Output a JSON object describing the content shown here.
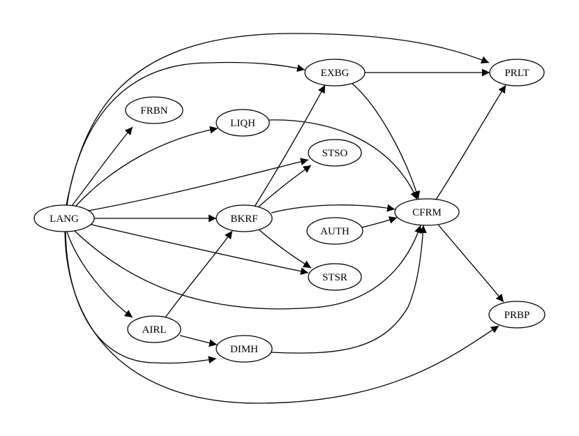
{
  "diagram": {
    "type": "directed-graph",
    "colors": {
      "stroke": "#000000",
      "node_fill": "#ffffff",
      "background": "#ffffff"
    },
    "nodes": [
      {
        "id": "LANG",
        "label": "LANG"
      },
      {
        "id": "FRBN",
        "label": "FRBN"
      },
      {
        "id": "LIQH",
        "label": "LIQH"
      },
      {
        "id": "EXBG",
        "label": "EXBG"
      },
      {
        "id": "PRLT",
        "label": "PRLT"
      },
      {
        "id": "STSO",
        "label": "STSO"
      },
      {
        "id": "BKRF",
        "label": "BKRF"
      },
      {
        "id": "AUTH",
        "label": "AUTH"
      },
      {
        "id": "CFRM",
        "label": "CFRM"
      },
      {
        "id": "STSR",
        "label": "STSR"
      },
      {
        "id": "AIRL",
        "label": "AIRL"
      },
      {
        "id": "DIMH",
        "label": "DIMH"
      },
      {
        "id": "PRBP",
        "label": "PRBP"
      }
    ],
    "edges": [
      {
        "from": "LANG",
        "to": "PRLT"
      },
      {
        "from": "LANG",
        "to": "EXBG"
      },
      {
        "from": "LANG",
        "to": "FRBN"
      },
      {
        "from": "LANG",
        "to": "LIQH"
      },
      {
        "from": "LANG",
        "to": "STSO"
      },
      {
        "from": "LANG",
        "to": "BKRF"
      },
      {
        "from": "LANG",
        "to": "STSR"
      },
      {
        "from": "LANG",
        "to": "CFRM"
      },
      {
        "from": "LANG",
        "to": "AIRL"
      },
      {
        "from": "LANG",
        "to": "DIMH"
      },
      {
        "from": "LANG",
        "to": "PRBP"
      },
      {
        "from": "EXBG",
        "to": "PRLT"
      },
      {
        "from": "EXBG",
        "to": "CFRM"
      },
      {
        "from": "LIQH",
        "to": "CFRM"
      },
      {
        "from": "BKRF",
        "to": "EXBG"
      },
      {
        "from": "BKRF",
        "to": "STSO"
      },
      {
        "from": "BKRF",
        "to": "CFRM"
      },
      {
        "from": "BKRF",
        "to": "STSR"
      },
      {
        "from": "AUTH",
        "to": "CFRM"
      },
      {
        "from": "CFRM",
        "to": "PRLT"
      },
      {
        "from": "CFRM",
        "to": "PRBP"
      },
      {
        "from": "AIRL",
        "to": "BKRF"
      },
      {
        "from": "AIRL",
        "to": "DIMH"
      },
      {
        "from": "DIMH",
        "to": "CFRM"
      }
    ]
  }
}
